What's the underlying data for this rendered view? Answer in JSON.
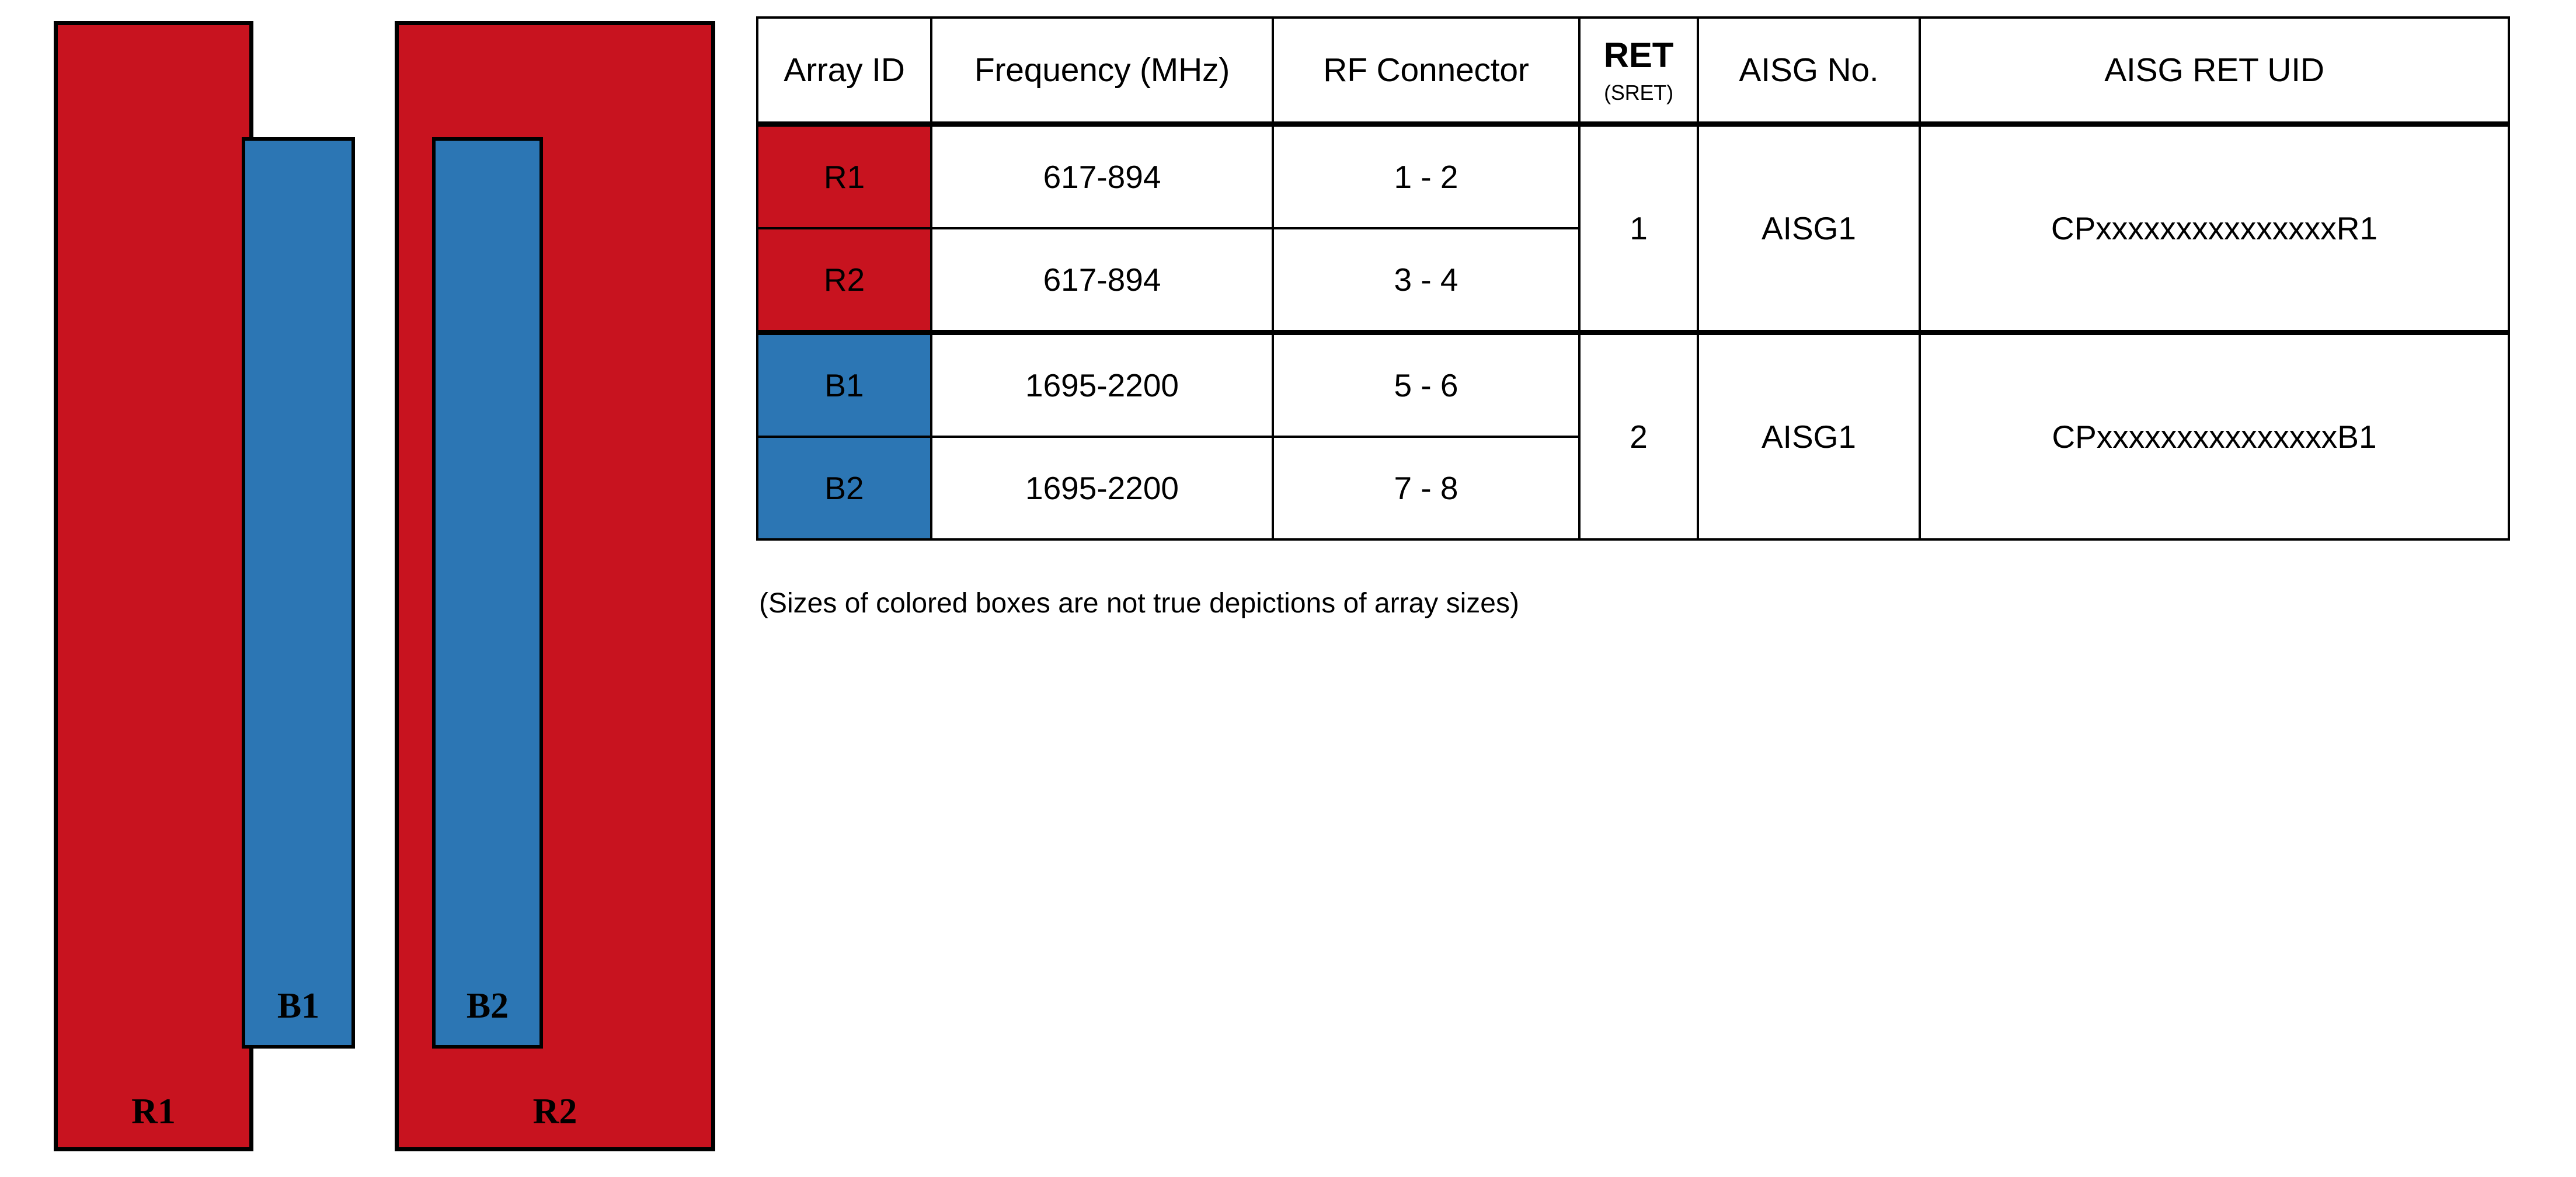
{
  "colors": {
    "red_array": "#C8131F",
    "blue_array": "#2C76B4",
    "border": "#000000",
    "background": "#FFFFFF"
  },
  "diagram": {
    "arrays": [
      {
        "outer_label": "R1",
        "outer_color": "#C8131F",
        "inner_label": "B1",
        "inner_color": "#2C76B4",
        "inner_align": "right"
      },
      {
        "outer_label": "R2",
        "outer_color": "#C8131F",
        "inner_label": "B2",
        "inner_color": "#2C76B4",
        "inner_align": "left"
      }
    ],
    "caption": "(Sizes of colored boxes are not true depictions of array sizes)"
  },
  "table": {
    "headers": {
      "array_id": "Array ID",
      "frequency": "Frequency (MHz)",
      "rf_connector": "RF Connector",
      "ret_main": "RET",
      "ret_sub": "(SRET)",
      "aisg_no": "AISG No.",
      "aisg_ret_uid": "AISG RET UID"
    },
    "rows": [
      {
        "array_id": "R1",
        "array_id_fill": "red",
        "frequency": "617-894",
        "rf_connector": "1 - 2",
        "ret": "1",
        "ret_rowspan": 2,
        "aisg_no": "AISG1",
        "aisg_no_rowspan": 2,
        "aisg_ret_uid": "CPxxxxxxxxxxxxxxxR1",
        "aisg_ret_uid_rowspan": 2,
        "group_start": true
      },
      {
        "array_id": "R2",
        "array_id_fill": "red",
        "frequency": "617-894",
        "rf_connector": "3 - 4",
        "group_start": false
      },
      {
        "array_id": "B1",
        "array_id_fill": "blue",
        "frequency": "1695-2200",
        "rf_connector": "5 - 6",
        "ret": "2",
        "ret_rowspan": 2,
        "aisg_no": "AISG1",
        "aisg_no_rowspan": 2,
        "aisg_ret_uid": "CPxxxxxxxxxxxxxxxB1",
        "aisg_ret_uid_rowspan": 2,
        "group_start": true
      },
      {
        "array_id": "B2",
        "array_id_fill": "blue",
        "frequency": "1695-2200",
        "rf_connector": "7 - 8",
        "group_start": false
      }
    ]
  }
}
